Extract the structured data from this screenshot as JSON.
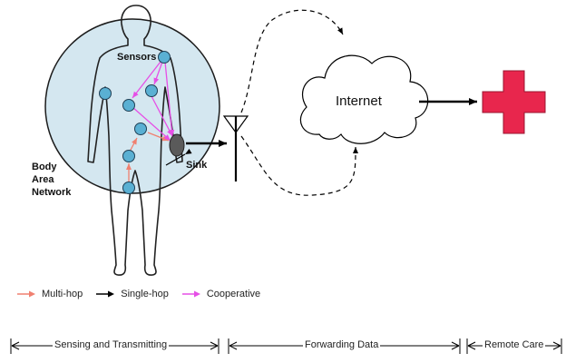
{
  "labels": {
    "sensors": "Sensors",
    "sink": "Sink",
    "internet": "Internet",
    "body_area_network": [
      "Body",
      "Area",
      "Network"
    ]
  },
  "legend": [
    {
      "label": "Multi-hop",
      "color": "#f08070"
    },
    {
      "label": "Single-hop",
      "color": "#000000"
    },
    {
      "label": "Cooperative",
      "color": "#e64fe6"
    }
  ],
  "phases": [
    {
      "label": "Sensing and Transmitting"
    },
    {
      "label": "Forwarding Data"
    },
    {
      "label": "Remote Care"
    }
  ],
  "colors": {
    "ban_circle_fill": "#d4e7f0",
    "sensor_fill": "#5ab0d3",
    "sink_fill": "#5a5a5a",
    "remote_care_cross": "#e8264d",
    "multi_hop": "#f08070",
    "cooperative": "#e64fe6"
  },
  "icons": [
    "human-silhouette",
    "antenna-icon",
    "cloud-icon",
    "medical-cross-icon"
  ]
}
